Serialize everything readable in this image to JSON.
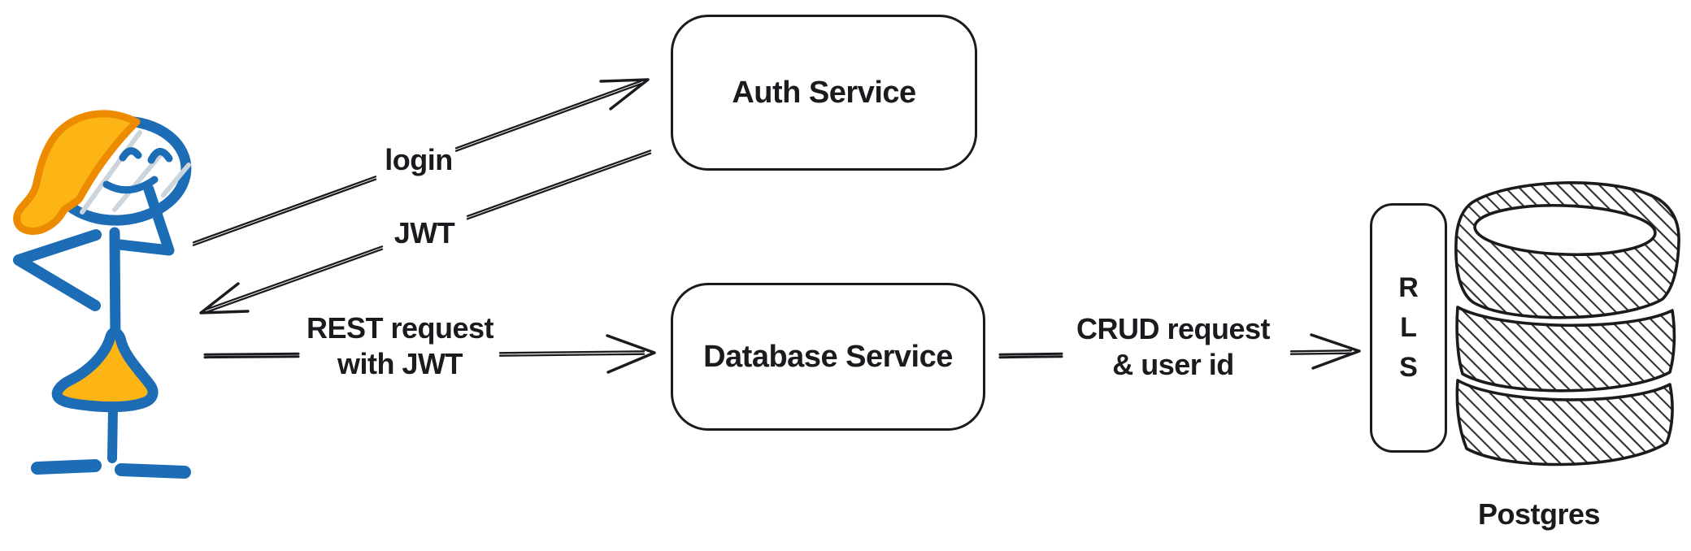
{
  "diagram_title": "",
  "nodes": {
    "auth_service": {
      "label": "Auth Service"
    },
    "database_service": {
      "label": "Database Service"
    },
    "rls": {
      "letters": [
        "R",
        "L",
        "S"
      ]
    },
    "postgres": {
      "label": "Postgres"
    }
  },
  "edges": {
    "login": {
      "label": "login",
      "from": "user",
      "to": "auth_service"
    },
    "jwt": {
      "label": "JWT",
      "from": "auth_service",
      "to": "user"
    },
    "rest": {
      "label_line1": "REST request",
      "label_line2": "with JWT",
      "from": "user",
      "to": "database_service"
    },
    "crud": {
      "label_line1": "CRUD request",
      "label_line2": "& user id",
      "from": "database_service",
      "to": "rls"
    }
  },
  "icons": {
    "user_figure": "stick-person-with-orange-hair-and-skirt",
    "postgres_database": "stacked-disk-cylinder-hatched"
  },
  "colors": {
    "ink": "#1b1b1f",
    "figure_blue": "#1d6db6",
    "hair_outline_orange": "#ed8b00",
    "amber_fill": "#fcb515",
    "glare_gray": "#ccd4dc",
    "background": "#ffffff"
  }
}
